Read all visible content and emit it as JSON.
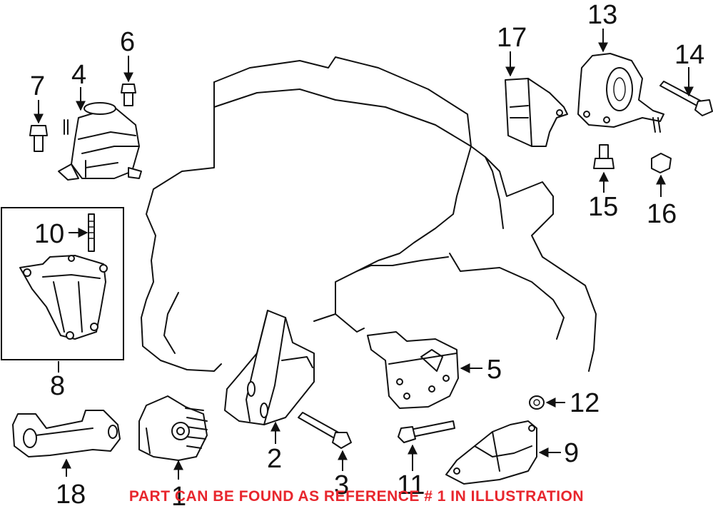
{
  "callouts": {
    "c1": "1",
    "c2": "2",
    "c3": "3",
    "c4": "4",
    "c5": "5",
    "c6": "6",
    "c7": "7",
    "c8": "8",
    "c9": "9",
    "c10": "10",
    "c11": "11",
    "c12": "12",
    "c13": "13",
    "c14": "14",
    "c15": "15",
    "c16": "16",
    "c17": "17",
    "c18": "18"
  },
  "footer_note": "PART CAN BE FOUND AS REFERENCE # 1 IN ILLUSTRATION",
  "colors": {
    "line": "#111111",
    "note": "#e8262d",
    "background": "#ffffff"
  }
}
